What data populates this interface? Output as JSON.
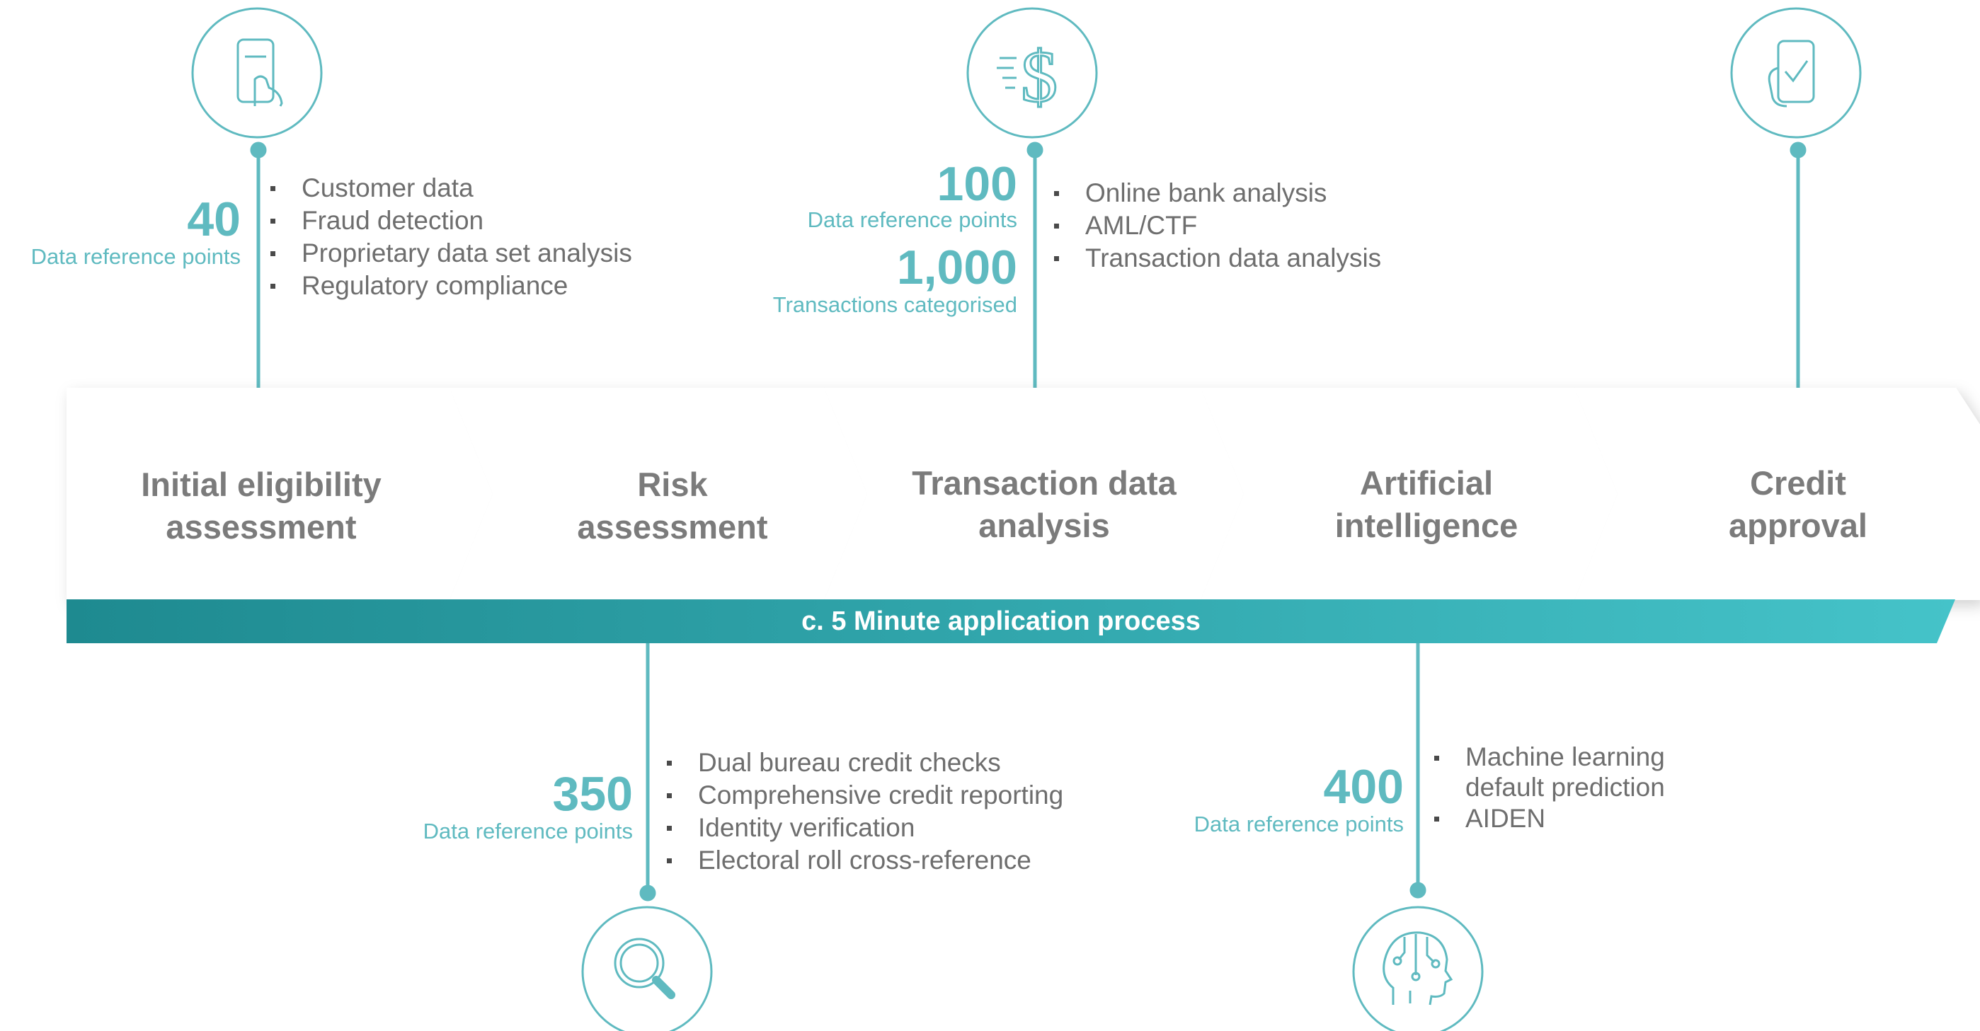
{
  "stages": [
    {
      "label": "Initial eligibility\nassessment"
    },
    {
      "label": "Risk\nassessment"
    },
    {
      "label": "Transaction data\nanalysis"
    },
    {
      "label": "Artificial\nintelligence"
    },
    {
      "label": "Credit\napproval"
    }
  ],
  "banner": {
    "text": "c. 5 Minute application process"
  },
  "eligibility": {
    "stat_value": "40",
    "stat_label": "Data reference points",
    "bullets": [
      "Customer data",
      "Fraud detection",
      "Proprietary data set analysis",
      "Regulatory compliance"
    ],
    "icon": "phone-app-icon"
  },
  "transaction": {
    "stat1_value": "100",
    "stat1_label": "Data reference points",
    "stat2_value": "1,000",
    "stat2_label": "Transactions categorised",
    "bullets": [
      "Online bank analysis",
      "AML/CTF",
      "Transaction data analysis"
    ],
    "icon": "dollar-sign-icon"
  },
  "approval": {
    "icon": "phone-checkmark-icon"
  },
  "risk": {
    "stat_value": "350",
    "stat_label": "Data reference points",
    "bullets": [
      "Dual bureau credit checks",
      "Comprehensive credit reporting",
      "Identity verification",
      "Electoral roll cross-reference"
    ],
    "icon": "magnifying-glass-icon"
  },
  "ai": {
    "stat_value": "400",
    "stat_label": "Data reference points",
    "bullets": [
      "Machine learning default prediction",
      "AIDEN"
    ],
    "icon": "ai-brain-head-icon"
  },
  "colors": {
    "accent": "#5fbac0",
    "banner_dark": "#1e8a90",
    "banner_light": "#45c3c9",
    "text_grey": "#7b7b7b"
  }
}
